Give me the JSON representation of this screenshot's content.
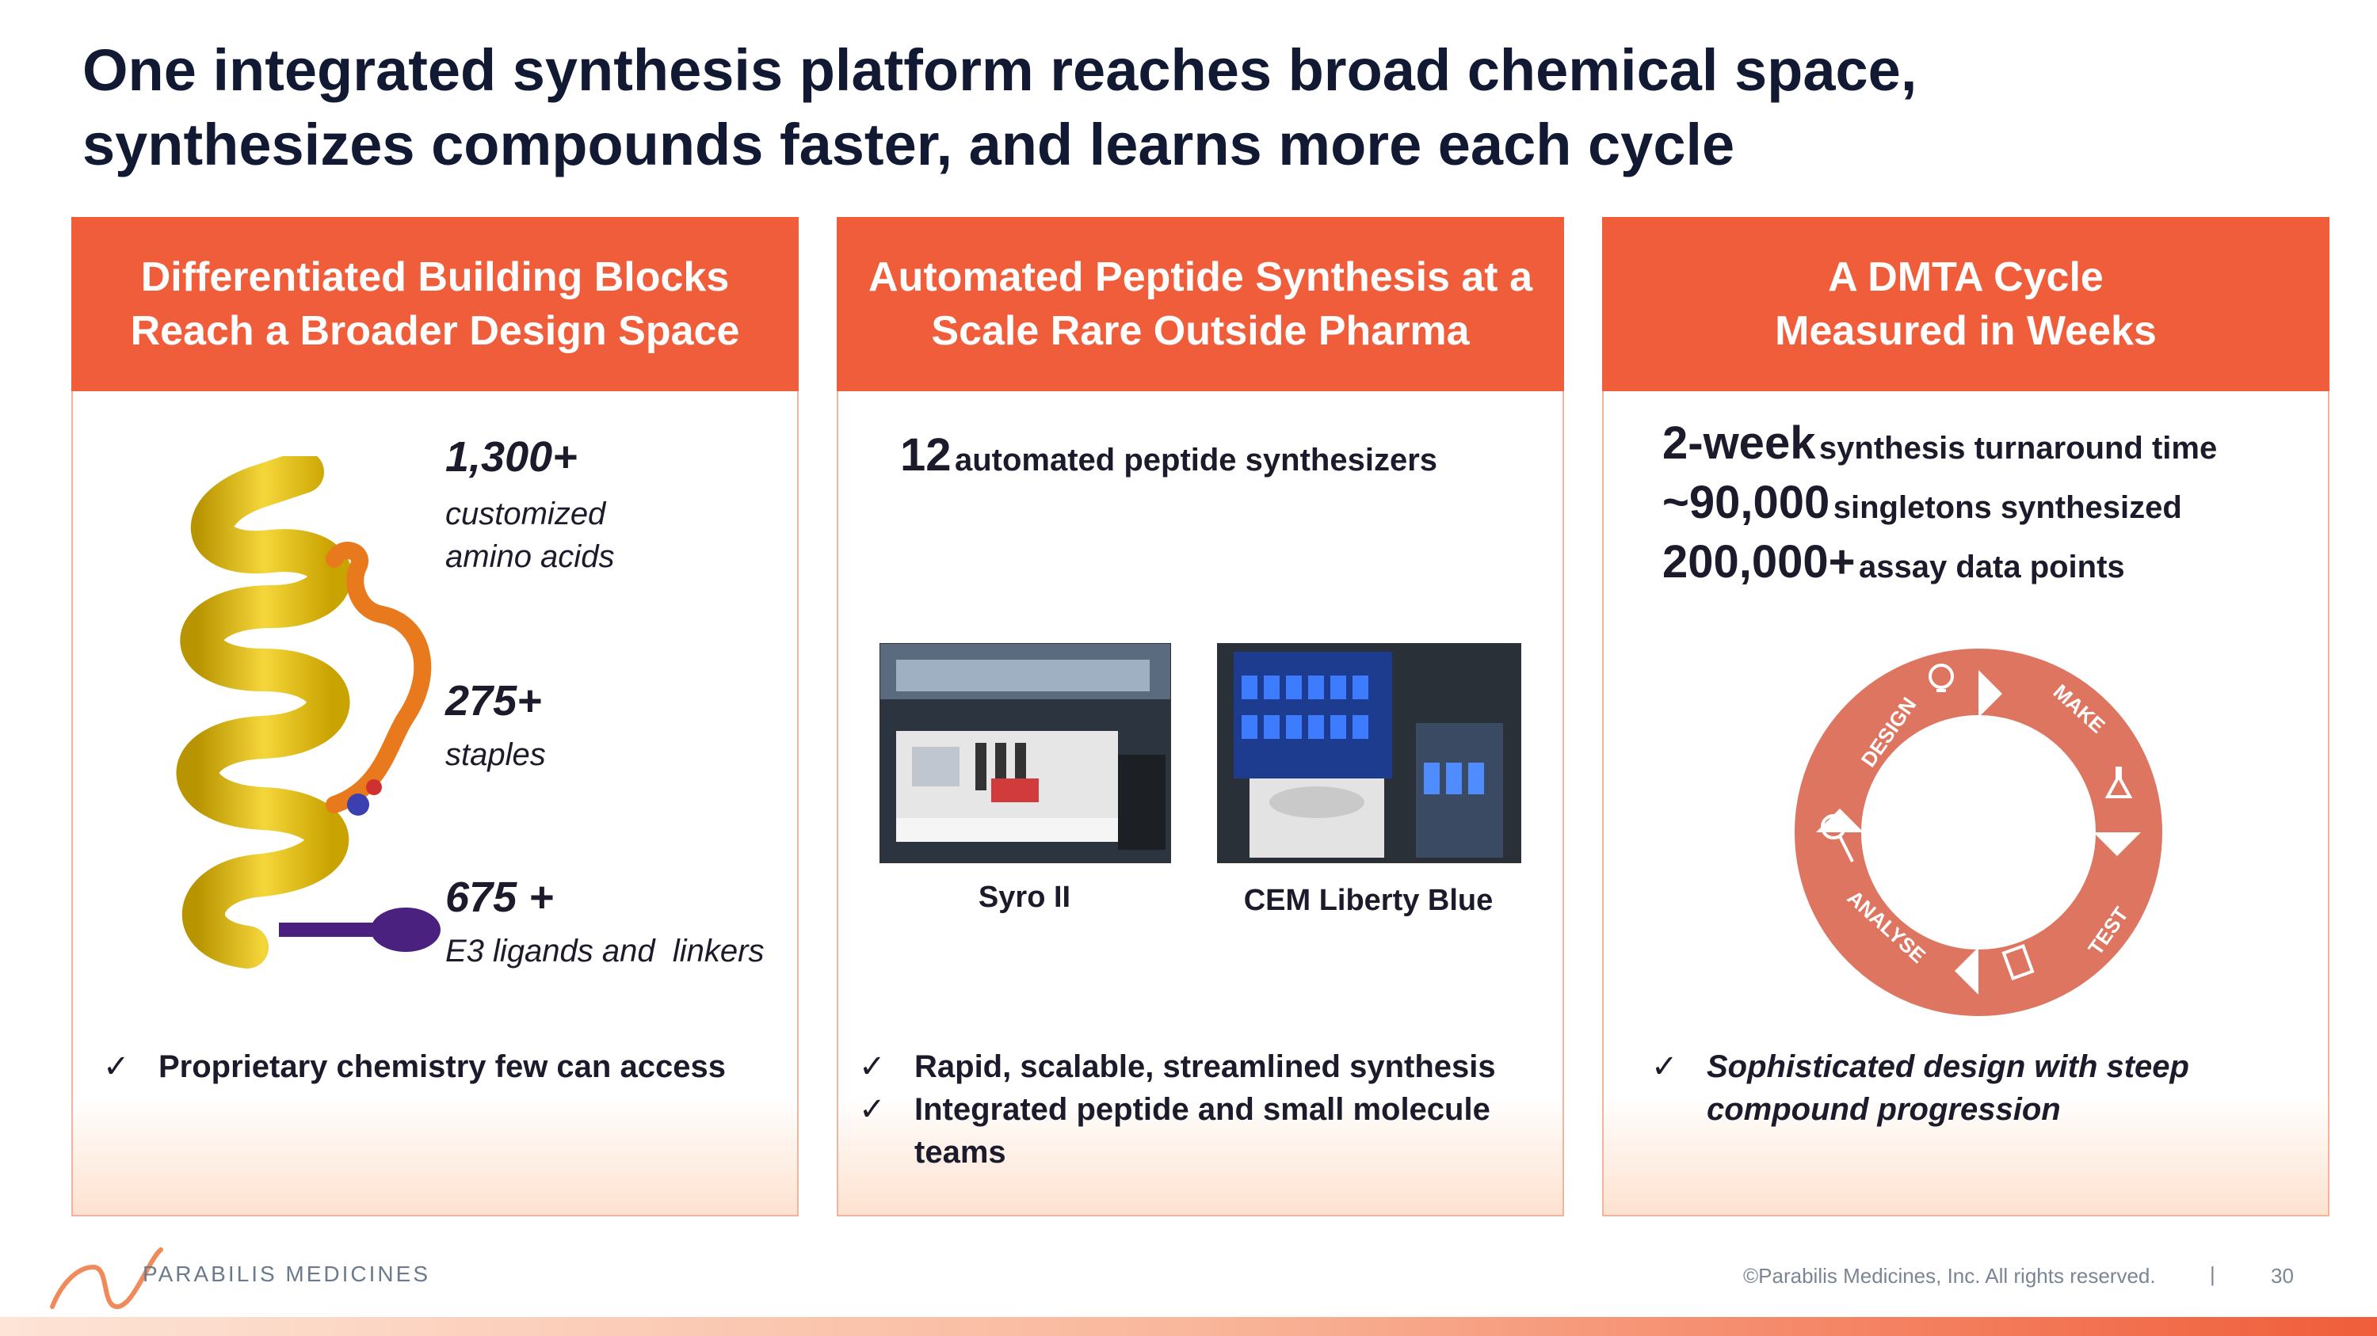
{
  "title": {
    "line1": "One integrated synthesis platform reaches broad chemical space,",
    "line2": "synthesizes compounds faster, and learns more each cycle"
  },
  "cards": [
    {
      "header_line1": "Differentiated Building Blocks",
      "header_line2": "Reach a Broader Design Space",
      "stats": [
        {
          "value": "1,300+",
          "label1": "customized",
          "label2": "amino acids"
        },
        {
          "value": "275+",
          "label1": "staples"
        },
        {
          "value": "675 +",
          "label1": "E3 ligands and  linkers"
        }
      ],
      "bullets": [
        "Proprietary chemistry few can access"
      ]
    },
    {
      "header_line1": "Automated Peptide Synthesis at a",
      "header_line2": "Scale Rare Outside Pharma",
      "stat_num": "12",
      "stat_text": "automated peptide synthesizers",
      "photos": [
        {
          "caption": "Syro II"
        },
        {
          "caption": "CEM Liberty Blue"
        }
      ],
      "bullets": [
        "Rapid, scalable, streamlined synthesis",
        "Integrated peptide and small molecule",
        "teams"
      ]
    },
    {
      "header_line1": "A DMTA Cycle",
      "header_line2": "Measured in Weeks",
      "stats": [
        {
          "value": "2-week",
          "text": "synthesis turnaround time"
        },
        {
          "value": "~90,000",
          "text": "singletons synthesized"
        },
        {
          "value": "200,000+",
          "text": "assay data points"
        }
      ],
      "cycle": {
        "design": "DESIGN",
        "make": "MAKE",
        "test": "TEST",
        "analyse": "ANALYSE"
      },
      "bullets": [
        "Sophisticated design with steep",
        "compound progression"
      ]
    }
  ],
  "footer": {
    "company": "PARABILIS MEDICINES",
    "copyright": "©Parabilis Medicines, Inc.  All rights reserved.",
    "separator": "|",
    "page": "30"
  },
  "colors": {
    "accent": "#f05d3a",
    "title": "#121a33",
    "cycle": "#de7560"
  }
}
